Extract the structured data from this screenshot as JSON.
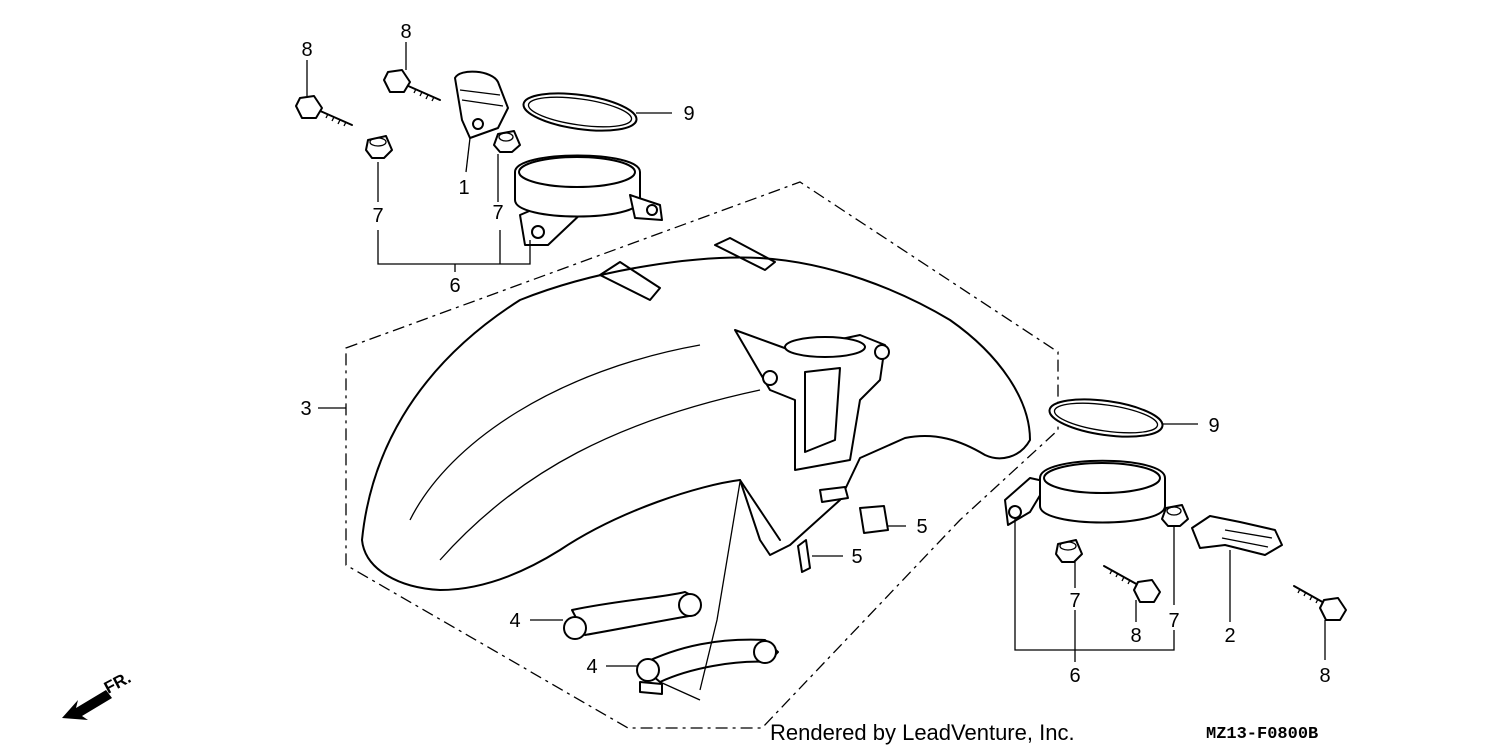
{
  "diagram": {
    "callouts": {
      "part_1": "1",
      "part_2": "2",
      "part_3": "3",
      "part_4a": "4",
      "part_4b": "4",
      "part_5a": "5",
      "part_5b": "5",
      "part_6_left": "6",
      "part_6_right": "6",
      "part_7_left_a": "7",
      "part_7_left_b": "7",
      "part_7_right_a": "7",
      "part_7_right_b": "7",
      "part_8_left_a": "8",
      "part_8_left_b": "8",
      "part_8_right_a": "8",
      "part_8_right_b": "8",
      "part_9_left": "9",
      "part_9_right": "9"
    },
    "direction_label": "FR.",
    "credit": "Rendered by LeadVenture, Inc.",
    "diagram_code": "MZ13-F0800B"
  }
}
